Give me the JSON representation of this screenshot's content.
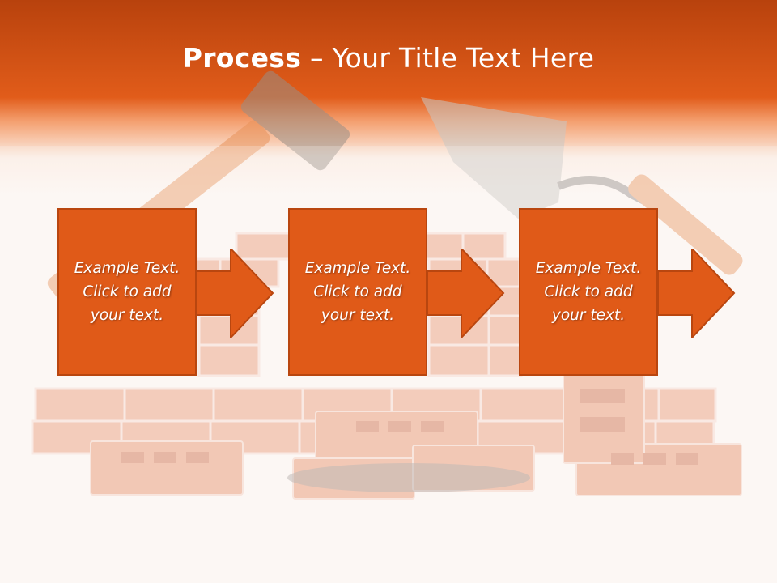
{
  "slide": {
    "title_bold": "Process",
    "title_dash": " – ",
    "title_rest": "Your Title Text Here",
    "steps": [
      {
        "text": "Example Text. Click  to add your text."
      },
      {
        "text": "Example Text. Click  to add your text."
      },
      {
        "text": "Example Text. Click  to add your text."
      }
    ]
  },
  "colors": {
    "header_orange": "#e15c1a",
    "box_fill": "#e05a18",
    "box_border": "#b9460f",
    "background": "#fdf7f4"
  },
  "icons": [
    "hammer-icon",
    "trowel-icon",
    "brick-wall-icon",
    "arrow-right-icon"
  ]
}
